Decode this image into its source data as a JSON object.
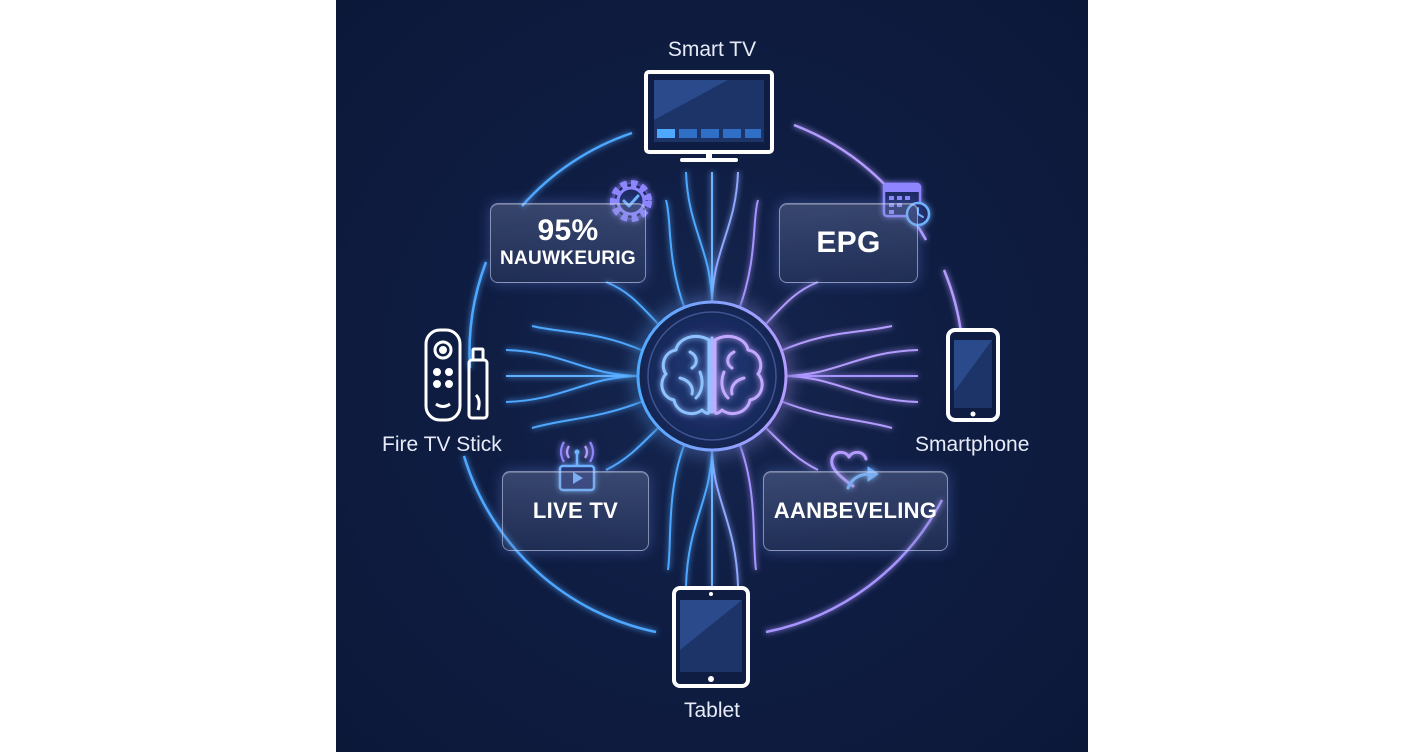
{
  "devices": {
    "smart_tv": "Smart TV",
    "fire_tv_stick": "Fire TV Stick",
    "smartphone": "Smartphone",
    "tablet": "Tablet"
  },
  "features": {
    "accuracy_value": "95%",
    "accuracy_label": "NAUWKEURIG",
    "epg": "EPG",
    "live_tv": "LIVE TV",
    "recommendation": "AANBEVELING"
  },
  "icons": {
    "center": "brain-icon",
    "accuracy": "gear-check-icon",
    "epg": "calendar-clock-icon",
    "live_tv": "antenna-tv-icon",
    "recommendation": "heart-share-icon"
  },
  "colors": {
    "background": "#0f1d43",
    "glow_blue": "#4fa8ff",
    "glow_violet": "#b49cff",
    "white": "#ffffff"
  }
}
